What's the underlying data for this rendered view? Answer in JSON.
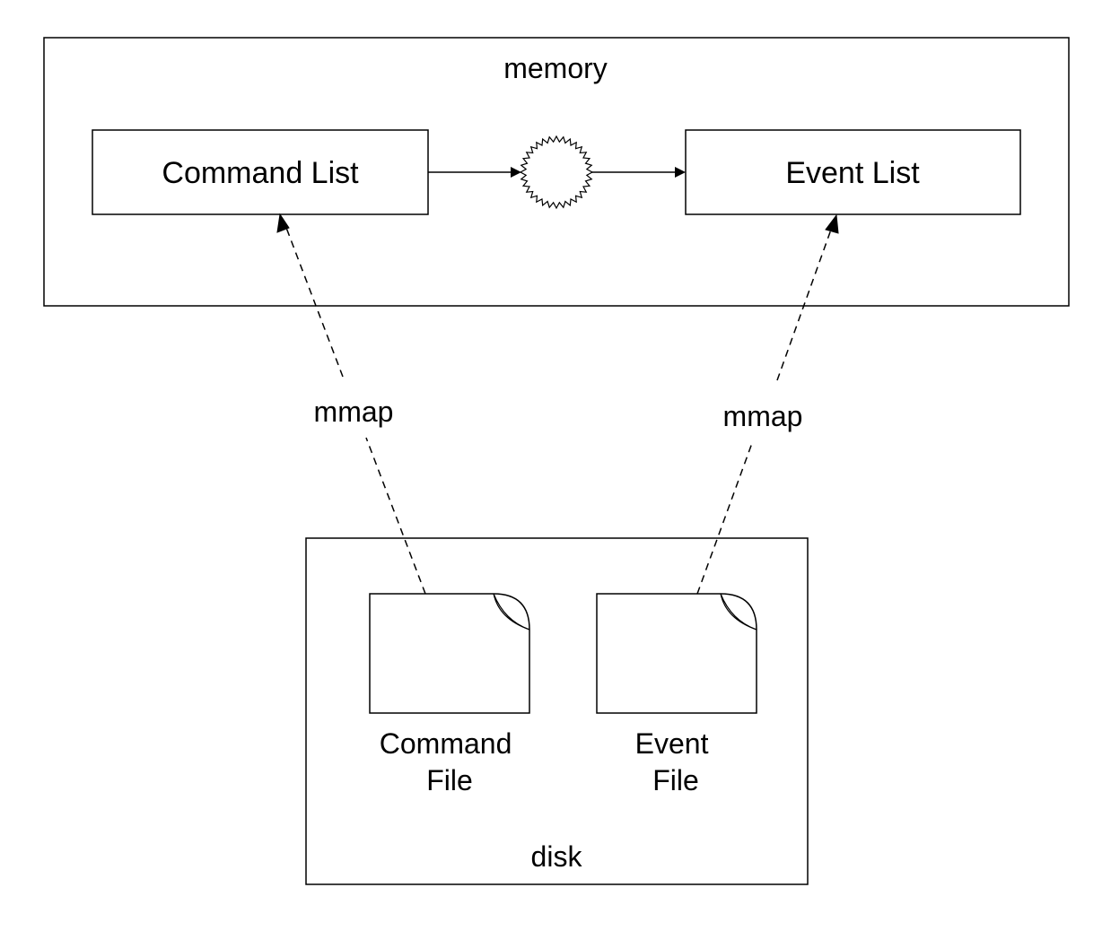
{
  "memory": {
    "label": "memory",
    "command_list_label": "Command List",
    "event_list_label": "Event List"
  },
  "disk": {
    "label": "disk",
    "command_file_label_lines": [
      "Command",
      "File"
    ],
    "event_file_label_lines": [
      "Event",
      "File"
    ]
  },
  "edges": {
    "command_mmap_label": "mmap",
    "event_mmap_label": "mmap"
  },
  "colors": {
    "stroke": "#000000",
    "background": "#ffffff"
  }
}
